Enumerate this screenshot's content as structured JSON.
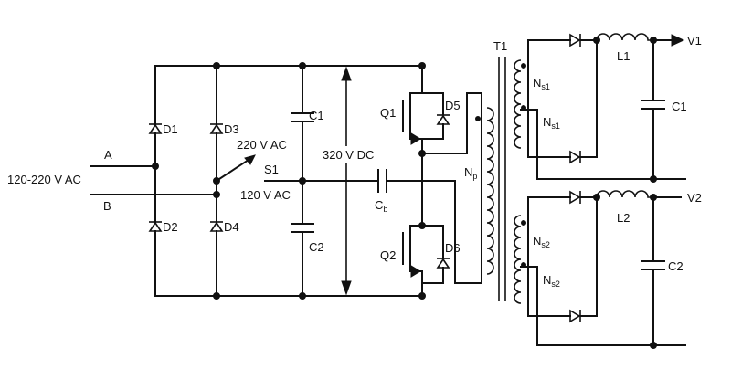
{
  "labels": {
    "input_range": "120-220 V AC",
    "line_a": "A",
    "line_b": "B",
    "d1": "D1",
    "d2": "D2",
    "d3": "D3",
    "d4": "D4",
    "c1_bus": "C1",
    "c2_bus": "C2",
    "sel_220": "220 V AC",
    "switch": "S1",
    "sel_120": "120 V AC",
    "bus_voltage": "320 V DC",
    "q1": "Q1",
    "q2": "Q2",
    "d5": "D5",
    "d6": "D6",
    "cb_main": "C",
    "cb_sub": "b",
    "np_main": "N",
    "np_sub": "p",
    "t1": "T1",
    "ns1_top_main": "N",
    "ns1_top_sub": "s1",
    "ns1_bot_main": "N",
    "ns1_bot_sub": "s1",
    "ns2_top_main": "N",
    "ns2_top_sub": "s2",
    "ns2_bot_main": "N",
    "ns2_bot_sub": "s2",
    "l1": "L1",
    "l2": "L2",
    "c1_out": "C1",
    "c2_out": "C2",
    "v1": "V1",
    "v2": "V2"
  }
}
